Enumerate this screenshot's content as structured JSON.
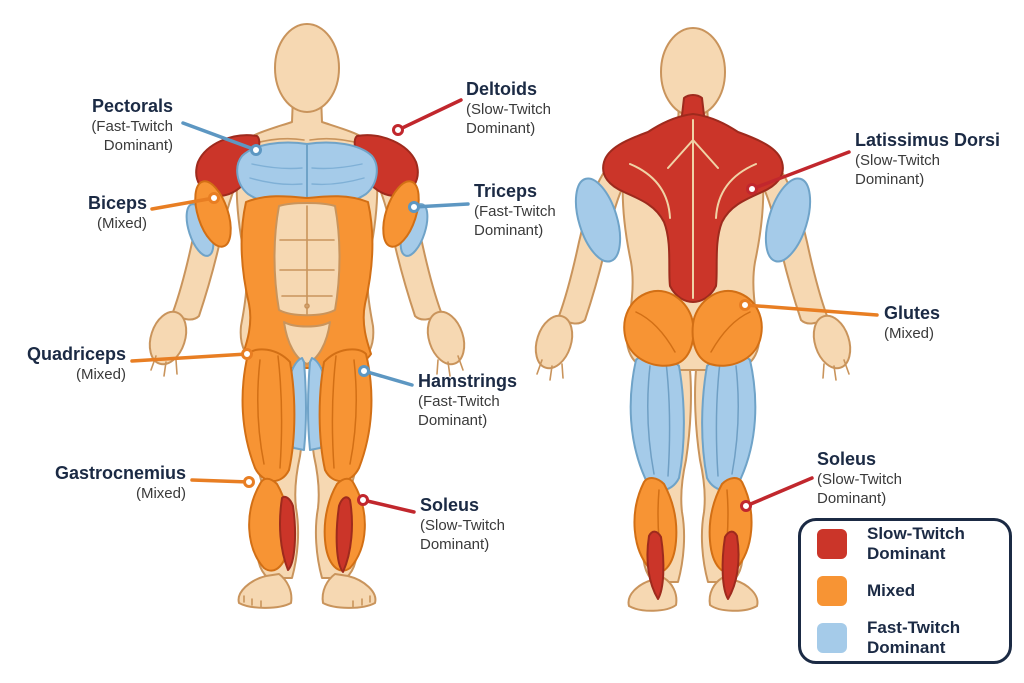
{
  "colors": {
    "slow_twitch": "#cb3529",
    "mixed": "#f79434",
    "fast_twitch": "#a5cbe9",
    "leader_red": "#c1272d",
    "leader_orange": "#e87e23",
    "leader_blue": "#5d97c2",
    "ink": "#1b2a44",
    "subtext": "#3a3a3a",
    "legend_border": "#1b2a44",
    "skin": "#f6d8b2",
    "skin_line": "#c9945c",
    "background": "#ffffff"
  },
  "annotations": [
    {
      "id": "pectorals",
      "title": "Pectorals",
      "subtitle": "(Fast-Twitch\nDominant)",
      "fiber_type": "fast_twitch"
    },
    {
      "id": "biceps",
      "title": "Biceps",
      "subtitle": "(Mixed)",
      "fiber_type": "mixed"
    },
    {
      "id": "quadriceps",
      "title": "Quadriceps",
      "subtitle": "(Mixed)",
      "fiber_type": "mixed"
    },
    {
      "id": "gastrocnemius",
      "title": "Gastrocnemius",
      "subtitle": "(Mixed)",
      "fiber_type": "mixed"
    },
    {
      "id": "deltoids",
      "title": "Deltoids",
      "subtitle": "(Slow-Twitch\nDominant)",
      "fiber_type": "slow_twitch"
    },
    {
      "id": "triceps",
      "title": "Triceps",
      "subtitle": "(Fast-Twitch\nDominant)",
      "fiber_type": "fast_twitch"
    },
    {
      "id": "hamstrings",
      "title": "Hamstrings",
      "subtitle": "(Fast-Twitch\nDominant)",
      "fiber_type": "fast_twitch"
    },
    {
      "id": "soleus-front",
      "title": "Soleus",
      "subtitle": "(Slow-Twitch\nDominant)",
      "fiber_type": "slow_twitch"
    },
    {
      "id": "latissimus-dorsi",
      "title": "Latissimus Dorsi",
      "subtitle": "(Slow-Twitch\nDominant)",
      "fiber_type": "slow_twitch"
    },
    {
      "id": "glutes",
      "title": "Glutes",
      "subtitle": "(Mixed)",
      "fiber_type": "mixed"
    },
    {
      "id": "soleus-back",
      "title": "Soleus",
      "subtitle": "(Slow-Twitch\nDominant)",
      "fiber_type": "slow_twitch"
    }
  ],
  "legend": {
    "items": [
      {
        "label": "Slow-Twitch\nDominant",
        "key": "slow_twitch"
      },
      {
        "label": "Mixed",
        "key": "mixed"
      },
      {
        "label": "Fast-Twitch\nDominant",
        "key": "fast_twitch"
      }
    ]
  }
}
